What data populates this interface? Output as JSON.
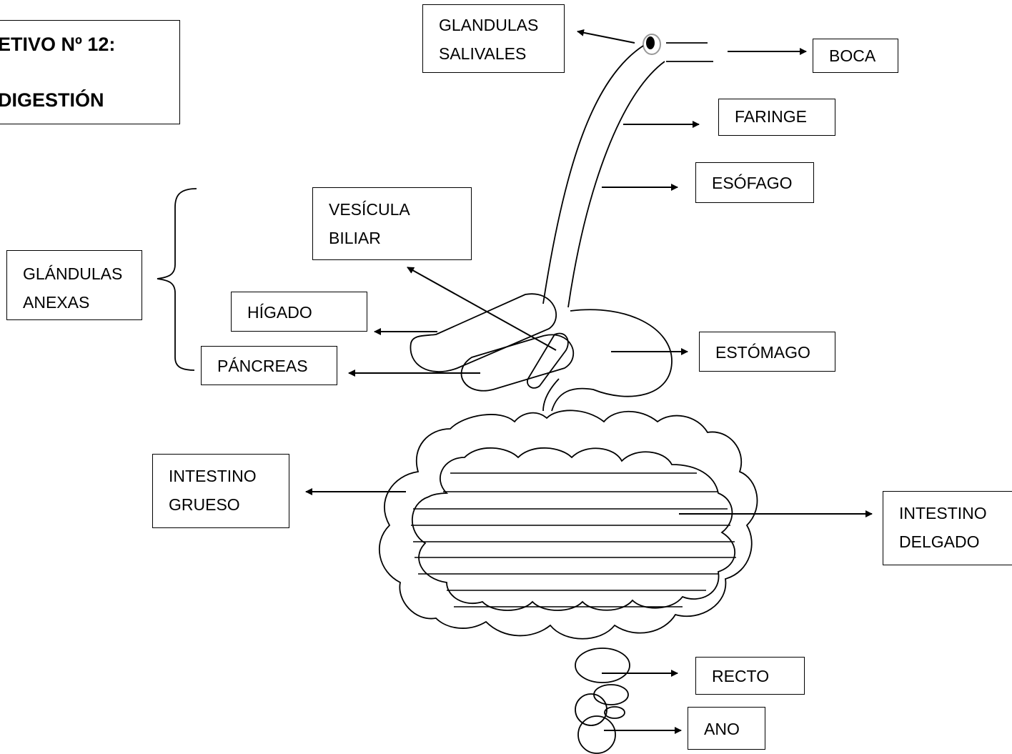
{
  "title": {
    "line1": "ETIVO Nº 12:",
    "line2": "DIGESTIÓN"
  },
  "labels": {
    "glandulas_salivales": [
      "GLANDULAS",
      "SALIVALES"
    ],
    "boca": [
      "BOCA"
    ],
    "faringe": [
      "FARINGE"
    ],
    "esofago": [
      "ESÓFAGO"
    ],
    "vesicula_biliar": [
      "VESÍCULA",
      "BILIAR"
    ],
    "glandulas_anexas": [
      "GLÁNDULAS",
      "ANEXAS"
    ],
    "higado": [
      "HÍGADO"
    ],
    "pancreas": [
      "PÁNCREAS"
    ],
    "estomago": [
      "ESTÓMAGO"
    ],
    "intestino_grueso": [
      "INTESTINO",
      "GRUESO"
    ],
    "intestino_delgado": [
      "INTESTINO",
      "DELGADO"
    ],
    "recto": [
      "RECTO"
    ],
    "ano": [
      "ANO"
    ]
  }
}
